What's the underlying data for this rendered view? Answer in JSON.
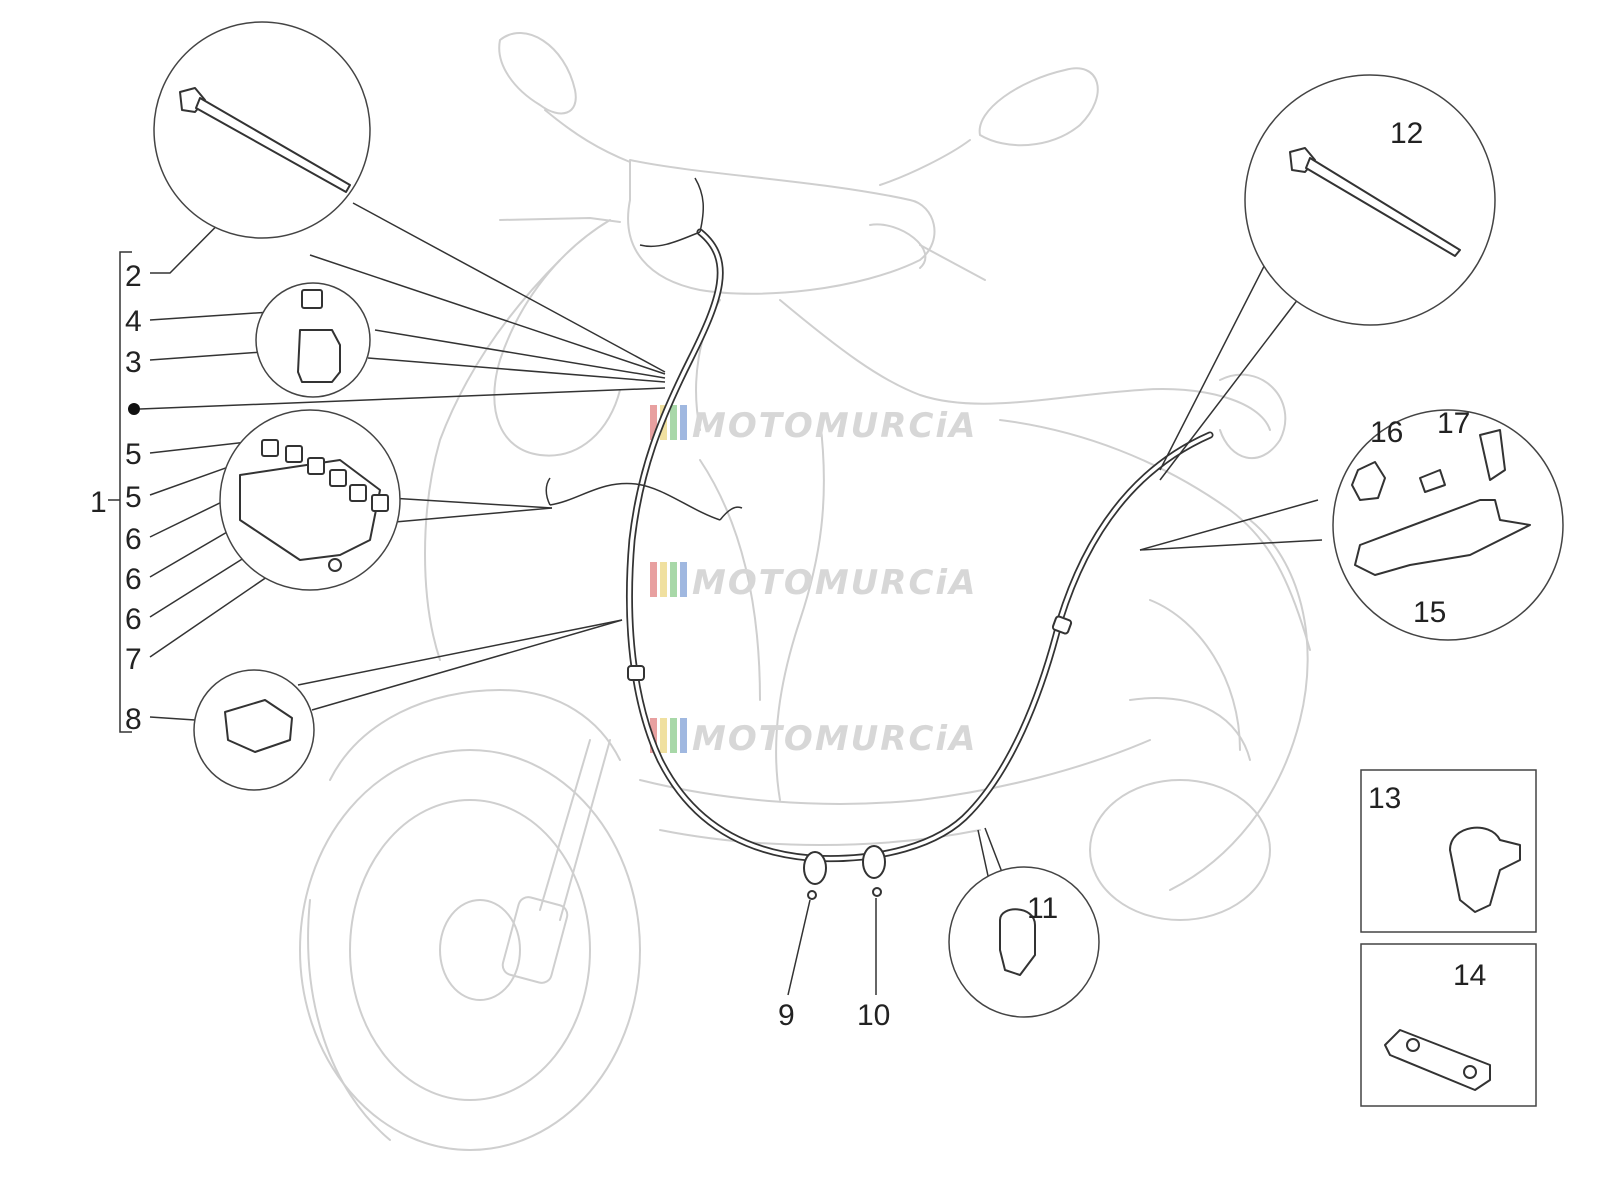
{
  "diagram": {
    "colors": {
      "line": "#333333",
      "ghost_outline": "#cfcfcf",
      "watermark_text": "#d7d7d7",
      "watermark_bars": [
        "#e8a0a0",
        "#f0e0a0",
        "#a8d8a8",
        "#a0b8e0"
      ]
    },
    "watermark": {
      "text": "MOTOMURCiA"
    },
    "callouts": {
      "p1": "1",
      "p2": "2",
      "p3": "3",
      "p4": "4",
      "p5a": "5",
      "p5b": "5",
      "p6a": "6",
      "p6b": "6",
      "p6c": "6",
      "p7": "7",
      "p8": "8",
      "p9": "9",
      "p10": "10",
      "p11": "11",
      "p12": "12",
      "p13": "13",
      "p14": "14",
      "p15": "15",
      "p16": "16",
      "p17": "17"
    }
  }
}
